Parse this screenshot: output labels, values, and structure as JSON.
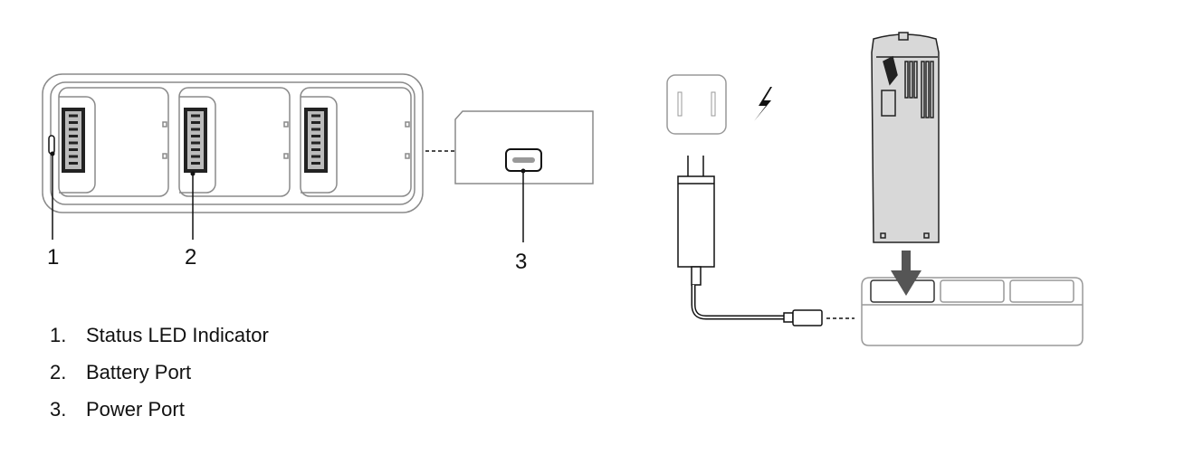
{
  "callouts": [
    "1",
    "2",
    "3"
  ],
  "legend": [
    {
      "num": "1.",
      "label": "Status LED Indicator"
    },
    {
      "num": "2.",
      "label": "Battery Port"
    },
    {
      "num": "3.",
      "label": "Power Port"
    }
  ],
  "colors": {
    "line": "#111111",
    "outline": "#9a9a9a",
    "battery": "#d8d8d8",
    "arrow": "#555555"
  }
}
